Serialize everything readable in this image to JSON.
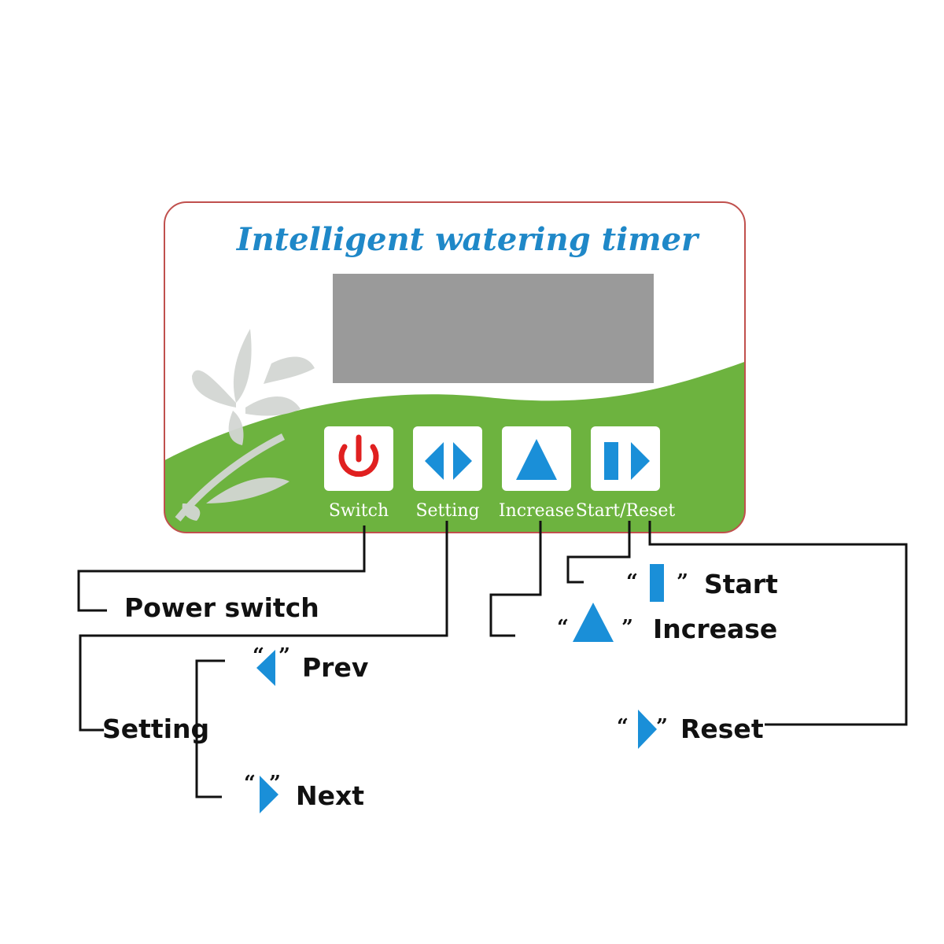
{
  "panel": {
    "title": "Intelligent watering timer",
    "buttons": [
      {
        "label": "Switch",
        "icon": "power-icon"
      },
      {
        "label": "Setting",
        "icon": "left-right-arrows-icon"
      },
      {
        "label": "Increase",
        "icon": "up-triangle-icon"
      },
      {
        "label": "Start/Reset",
        "icon": "bar-right-triangle-icon"
      }
    ]
  },
  "callouts": {
    "power": "Power switch",
    "setting": "Setting",
    "prev": "Prev",
    "next": "Next",
    "start": "Start",
    "increase": "Increase",
    "reset": "Reset"
  },
  "quote_open": "“",
  "quote_close": "”",
  "colors": {
    "accent_blue": "#1a8fd8",
    "power_red": "#e02020",
    "panel_green": "#6db33f",
    "screen_gray": "#9a9a9a",
    "title_blue": "#1f88c8",
    "border_red": "#c0504d"
  }
}
